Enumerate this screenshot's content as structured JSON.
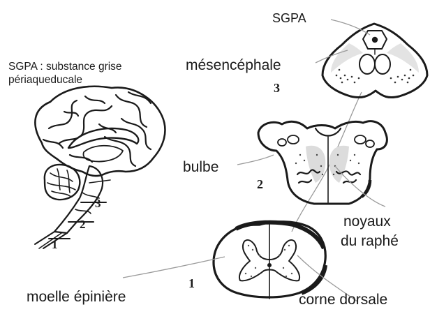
{
  "legend": {
    "line1": "SGPA : substance grise",
    "line2": "périaqueducale"
  },
  "labels": {
    "sgpa": "SGPA",
    "mesencephale": "mésencéphale",
    "bulbe": "bulbe",
    "noyaux_line1": "noyaux",
    "noyaux_line2": "du raphé",
    "moelle": "moelle épinière",
    "corne": "corne dorsale"
  },
  "numbers": {
    "n1_small": "1",
    "n2_small": "2",
    "n3_small": "3",
    "n1_section": "1",
    "n2_section": "2",
    "n3_section": "3"
  }
}
